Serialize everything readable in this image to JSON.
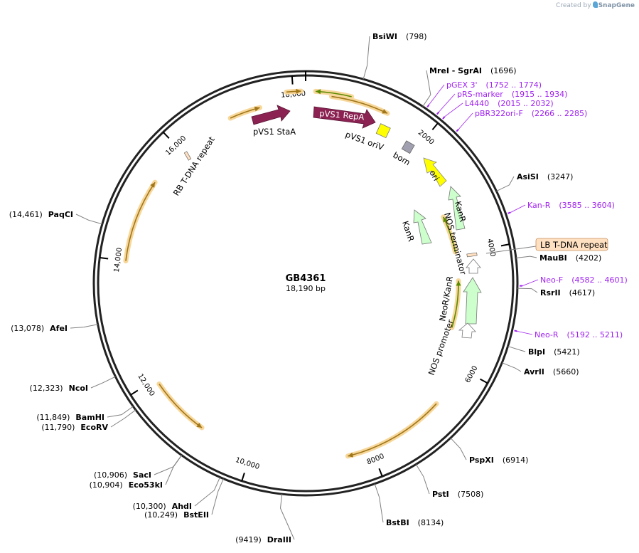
{
  "app": {
    "credit_prefix": "Created by",
    "credit_brand": "SnapGene",
    "logo_icon": "snapgene-logo-icon"
  },
  "plasmid": {
    "name": "GB4361",
    "length_label": "18,190 bp",
    "length": 18190
  },
  "colors": {
    "enzyme_line": "#808080",
    "primer": "#a020f0",
    "annotation_arc": "#b8860b",
    "repa": "#8b2252",
    "kanr": "#ccffcc",
    "ori": "#ffff00",
    "bom": "#a0a0b0",
    "lb_box": "#ffe0c0"
  },
  "ticks": [
    {
      "pos": 2000,
      "label": "2000"
    },
    {
      "pos": 4000,
      "label": "4000"
    },
    {
      "pos": 6000,
      "label": "6000"
    },
    {
      "pos": 8000,
      "label": "8000"
    },
    {
      "pos": 10000,
      "label": "10,000"
    },
    {
      "pos": 12000,
      "label": "12,000"
    },
    {
      "pos": 14000,
      "label": "14,000"
    },
    {
      "pos": 16000,
      "label": "16,000"
    },
    {
      "pos": 18000,
      "label": "18,000"
    }
  ],
  "enzymes": [
    {
      "name": "BsiWI",
      "pos": 798,
      "coord": "(798)",
      "side": "right"
    },
    {
      "name": "MreI - SgrAI",
      "pos": 1696,
      "coord": "(1696)",
      "side": "right"
    },
    {
      "name": "AsiSI",
      "pos": 3247,
      "coord": "(3247)",
      "side": "right"
    },
    {
      "name": "MauBI",
      "pos": 4202,
      "coord": "(4202)",
      "side": "right"
    },
    {
      "name": "RsrII",
      "pos": 4617,
      "coord": "(4617)",
      "side": "right"
    },
    {
      "name": "BlpI",
      "pos": 5421,
      "coord": "(5421)",
      "side": "right"
    },
    {
      "name": "AvrII",
      "pos": 5660,
      "coord": "(5660)",
      "side": "right"
    },
    {
      "name": "PspXI",
      "pos": 6914,
      "coord": "(6914)",
      "side": "right"
    },
    {
      "name": "PstI",
      "pos": 7508,
      "coord": "(7508)",
      "side": "right"
    },
    {
      "name": "BstBI",
      "pos": 8134,
      "coord": "(8134)",
      "side": "right"
    },
    {
      "name": "DraIII",
      "pos": 9419,
      "coord": "(9419)",
      "side": "left"
    },
    {
      "name": "BstEII",
      "pos": 10249,
      "coord": "(10,249)",
      "side": "left"
    },
    {
      "name": "AhdI",
      "pos": 10300,
      "coord": "(10,300)",
      "side": "left"
    },
    {
      "name": "Eco53kI",
      "pos": 10904,
      "coord": "(10,904)",
      "side": "left"
    },
    {
      "name": "SacI",
      "pos": 10906,
      "coord": "(10,906)",
      "side": "left"
    },
    {
      "name": "EcoRV",
      "pos": 11790,
      "coord": "(11,790)",
      "side": "left"
    },
    {
      "name": "BamHI",
      "pos": 11849,
      "coord": "(11,849)",
      "side": "left"
    },
    {
      "name": "NcoI",
      "pos": 12323,
      "coord": "(12,323)",
      "side": "left"
    },
    {
      "name": "AfeI",
      "pos": 13078,
      "coord": "(13,078)",
      "side": "left"
    },
    {
      "name": "PaqCI",
      "pos": 14461,
      "coord": "(14,461)",
      "side": "left"
    }
  ],
  "primers": [
    {
      "name": "pGEX 3'",
      "range": "(1752 .. 1774)",
      "start": 1752
    },
    {
      "name": "pRS-marker",
      "range": "(1915 .. 1934)",
      "start": 1915
    },
    {
      "name": "L4440",
      "range": "(2015 .. 2032)",
      "start": 2015
    },
    {
      "name": "pBR322ori-F",
      "range": "(2266 .. 2285)",
      "start": 2266
    },
    {
      "name": "Kan-R",
      "range": "(3585 .. 3604)",
      "start": 3585
    },
    {
      "name": "Neo-F",
      "range": "(4582 .. 4601)",
      "start": 4582
    },
    {
      "name": "Neo-R",
      "range": "(5192 .. 5211)",
      "start": 5192
    }
  ],
  "features": [
    {
      "name": "pVS1 StaA",
      "kind": "arrow",
      "style": "repa"
    },
    {
      "name": "pVS1 RepA",
      "kind": "arrow",
      "style": "repa"
    },
    {
      "name": "pVS1 oriV",
      "kind": "box",
      "style": "ori"
    },
    {
      "name": "bom",
      "kind": "box",
      "style": "bom"
    },
    {
      "name": "ori",
      "kind": "arrow",
      "style": "ori"
    },
    {
      "name": "KanR",
      "kind": "arrow",
      "style": "kanr"
    },
    {
      "name": "NOS terminator",
      "kind": "arrow",
      "style": "blank"
    },
    {
      "name": "KanR",
      "kind": "arrow",
      "style": "kanr"
    },
    {
      "name": "NeoR/KanR",
      "kind": "arrow",
      "style": "kanr"
    },
    {
      "name": "NOS promoter",
      "kind": "arrow",
      "style": "blank"
    },
    {
      "name": "LB T-DNA repeat",
      "kind": "flag",
      "style": "lb"
    },
    {
      "name": "RB T-DNA repeat",
      "kind": "flag",
      "style": "rb"
    }
  ]
}
